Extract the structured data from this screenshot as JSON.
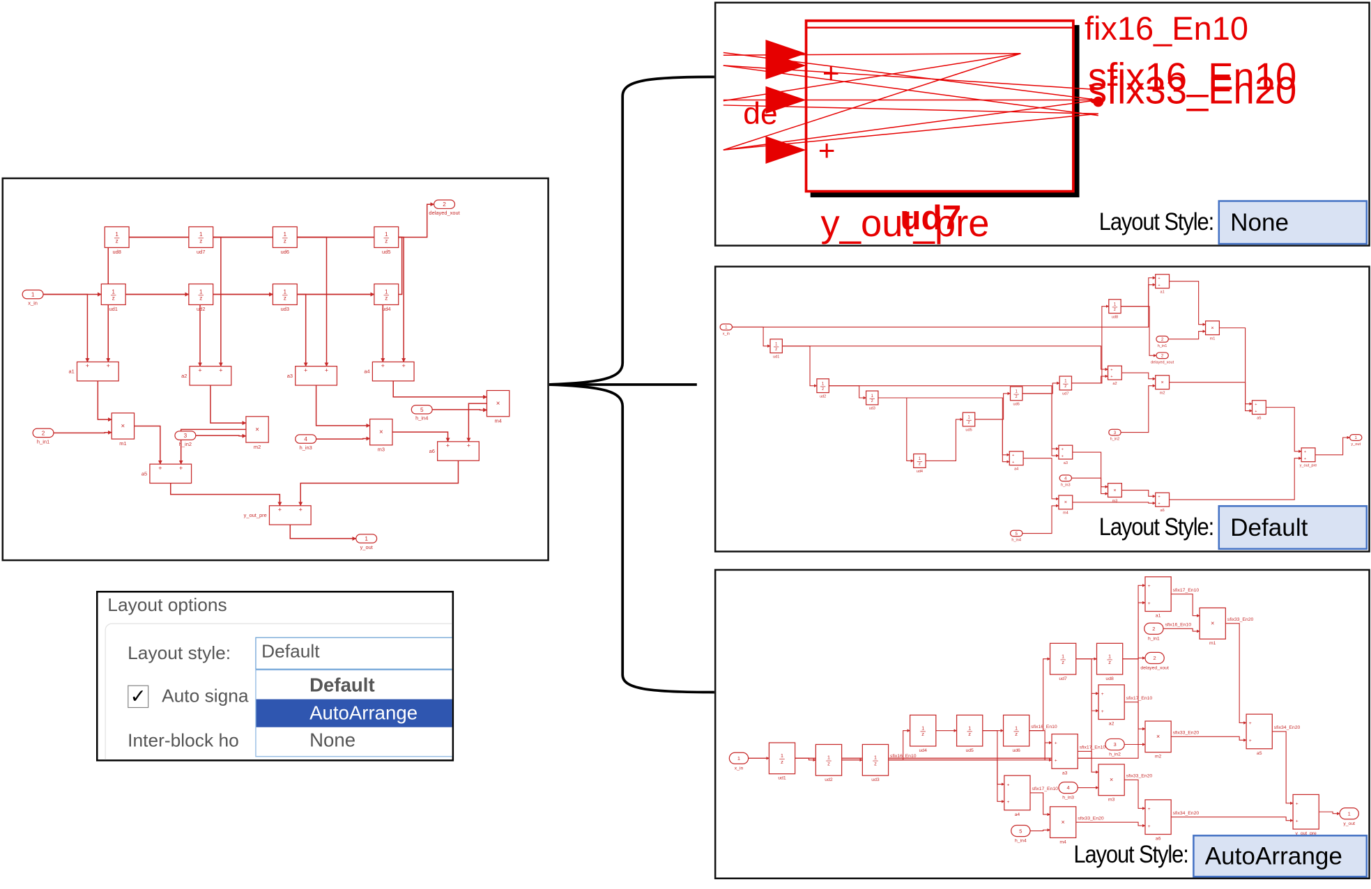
{
  "colors": {
    "diagram_red": "#c62828",
    "bright_red": "#e60000",
    "highlight": "#2f56b0",
    "style_box": "#d9e2f3",
    "style_border": "#4472c4"
  },
  "glyphs": {
    "delay_num": "1",
    "delay_den": "z",
    "product": "×",
    "sum_sign": "+"
  },
  "blocks": [
    {
      "id": "x_in",
      "label": "x_in",
      "type": "inport",
      "port": "1"
    },
    {
      "id": "ud1",
      "label": "ud1",
      "type": "delay"
    },
    {
      "id": "ud2",
      "label": "ud2",
      "type": "delay"
    },
    {
      "id": "ud3",
      "label": "ud3",
      "type": "delay"
    },
    {
      "id": "ud4",
      "label": "ud4",
      "type": "delay"
    },
    {
      "id": "ud5",
      "label": "ud5",
      "type": "delay"
    },
    {
      "id": "ud6",
      "label": "ud6",
      "type": "delay"
    },
    {
      "id": "ud7",
      "label": "ud7",
      "type": "delay"
    },
    {
      "id": "ud8",
      "label": "ud8",
      "type": "delay"
    },
    {
      "id": "delayed_xout",
      "label": "delayed_xout",
      "type": "outport",
      "port": "2"
    },
    {
      "id": "a1",
      "label": "a1",
      "type": "sum"
    },
    {
      "id": "a2",
      "label": "a2",
      "type": "sum"
    },
    {
      "id": "a3",
      "label": "a3",
      "type": "sum"
    },
    {
      "id": "a4",
      "label": "a4",
      "type": "sum"
    },
    {
      "id": "h_in1",
      "label": "h_in1",
      "type": "inport",
      "port": "2"
    },
    {
      "id": "h_in2",
      "label": "h_in2",
      "type": "inport",
      "port": "3"
    },
    {
      "id": "h_in3",
      "label": "h_in3",
      "type": "inport",
      "port": "4"
    },
    {
      "id": "h_in4",
      "label": "h_in4",
      "type": "inport",
      "port": "5"
    },
    {
      "id": "m1",
      "label": "m1",
      "type": "product"
    },
    {
      "id": "m2",
      "label": "m2",
      "type": "product"
    },
    {
      "id": "m3",
      "label": "m3",
      "type": "product"
    },
    {
      "id": "m4",
      "label": "m4",
      "type": "product"
    },
    {
      "id": "a5",
      "label": "a5",
      "type": "sum"
    },
    {
      "id": "a6",
      "label": "a6",
      "type": "sum"
    },
    {
      "id": "y_out_pre",
      "label": "y_out_pre",
      "type": "sum"
    },
    {
      "id": "y_out",
      "label": "y_out",
      "type": "outport",
      "port": "1"
    }
  ],
  "connections": [
    [
      "x_in",
      "ud1"
    ],
    [
      "ud1",
      "ud2"
    ],
    [
      "ud2",
      "ud3"
    ],
    [
      "ud3",
      "ud4"
    ],
    [
      "ud4",
      "ud5"
    ],
    [
      "ud5",
      "ud6"
    ],
    [
      "ud6",
      "ud7"
    ],
    [
      "ud7",
      "ud8"
    ],
    [
      "ud8",
      "delayed_xout"
    ],
    [
      "x_in",
      "a1"
    ],
    [
      "ud8",
      "a1"
    ],
    [
      "ud1",
      "a2"
    ],
    [
      "ud7",
      "a2"
    ],
    [
      "ud2",
      "a3"
    ],
    [
      "ud6",
      "a3"
    ],
    [
      "ud3",
      "a4"
    ],
    [
      "ud5",
      "a4"
    ],
    [
      "a1",
      "m1"
    ],
    [
      "h_in1",
      "m1"
    ],
    [
      "a2",
      "m2"
    ],
    [
      "h_in2",
      "m2"
    ],
    [
      "a3",
      "m3"
    ],
    [
      "h_in3",
      "m3"
    ],
    [
      "a4",
      "m4"
    ],
    [
      "h_in4",
      "m4"
    ],
    [
      "m1",
      "a5"
    ],
    [
      "m2",
      "a5"
    ],
    [
      "m3",
      "a6"
    ],
    [
      "m4",
      "a6"
    ],
    [
      "a5",
      "y_out_pre"
    ],
    [
      "a6",
      "y_out_pre"
    ],
    [
      "y_out_pre",
      "y_out"
    ]
  ],
  "signal_labels": [
    {
      "block": "a1",
      "text": "sfix17_En10"
    },
    {
      "block": "m1",
      "text": "sfix33_En20"
    },
    {
      "block": "a2",
      "text": "sfix17_En10"
    },
    {
      "block": "m2",
      "text": "sfix33_En20"
    },
    {
      "block": "a3",
      "text": "sfix17_En10"
    },
    {
      "block": "m3",
      "text": "sfix33_En20"
    },
    {
      "block": "a4",
      "text": "sfix17_En10"
    },
    {
      "block": "m4",
      "text": "sfix33_En20"
    },
    {
      "block": "a5",
      "text": "sfix34_En20"
    },
    {
      "block": "a6",
      "text": "sfix34_En20"
    },
    {
      "block": "ud6",
      "text": "sfix16_En10"
    },
    {
      "block": "ud3",
      "text": "sfix16_En10"
    },
    {
      "block": "h_in1",
      "text": "sfix16_En10"
    }
  ],
  "none_panel": {
    "texts": [
      "fix16_En10",
      "sfix16_En10",
      "sfix33_En20",
      "de",
      "y_out_pre",
      "ud7"
    ],
    "plus": "+"
  },
  "layout_panels": {
    "none": {
      "label": "Layout Style:",
      "value": "None"
    },
    "default": {
      "label": "Layout Style:",
      "value": "Default"
    },
    "autoarrange": {
      "label": "Layout Style:",
      "value": "AutoArrange"
    }
  },
  "dialog": {
    "title": "Layout options",
    "layout_style_label": "Layout style:",
    "layout_style_value": "Default",
    "options": [
      "Default",
      "AutoArrange",
      "None"
    ],
    "highlighted_option": "AutoArrange",
    "auto_signal_label": "Auto signa",
    "auto_signal_checked": "✓",
    "inter_block_label": "Inter-block ho"
  }
}
